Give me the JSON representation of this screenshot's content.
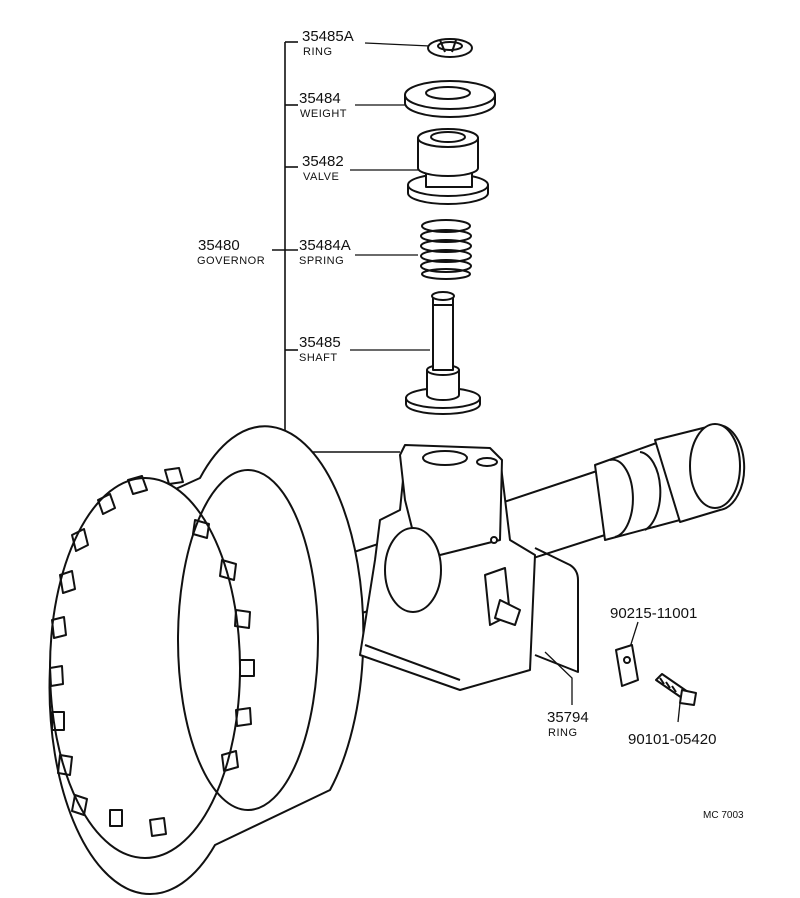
{
  "callouts": {
    "ring_top": {
      "number": "35485A",
      "name": "RING"
    },
    "weight": {
      "number": "35484",
      "name": "WEIGHT"
    },
    "valve": {
      "number": "35482",
      "name": "VALVE"
    },
    "spring": {
      "number": "35484A",
      "name": "SPRING"
    },
    "shaft": {
      "number": "35485",
      "name": "SHAFT"
    },
    "governor": {
      "number": "35480",
      "name": "GOVERNOR"
    },
    "ring_clip": {
      "number": "35794",
      "name": "RING"
    },
    "plate": {
      "number": "90215-11001"
    },
    "bolt": {
      "number": "90101-05420"
    }
  },
  "diagram_code": "MC 7003"
}
